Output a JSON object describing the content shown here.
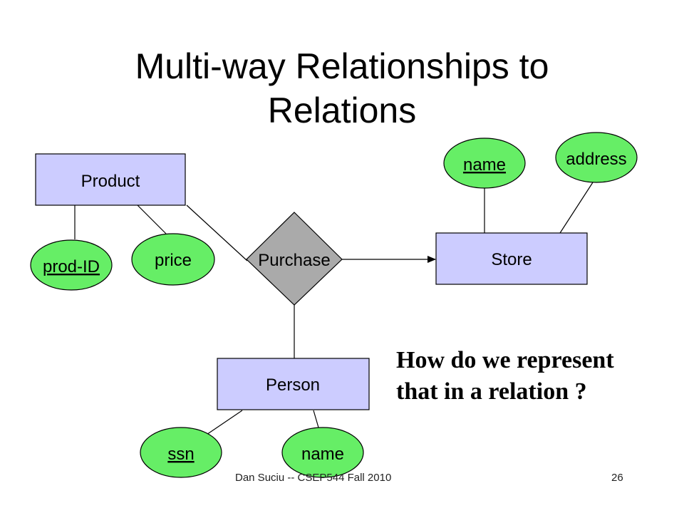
{
  "slide": {
    "title_line1": "Multi-way Relationships to",
    "title_line2": "Relations",
    "question_line1": "How do we represent",
    "question_line2": "that in a relation ?",
    "footer_credit": "Dan Suciu -- CSEP544 Fall 2010",
    "page_number": "26"
  },
  "entities": {
    "product": "Product",
    "store": "Store",
    "person": "Person"
  },
  "relationship": {
    "purchase": "Purchase"
  },
  "attributes": {
    "prod_id": "prod-ID",
    "price": "price",
    "store_name": "name",
    "address": "address",
    "ssn": "ssn",
    "person_name": "name"
  },
  "colors": {
    "entity_fill": "#ccccff",
    "attribute_fill": "#66ee66",
    "relationship_fill": "#aaaaaa",
    "stroke": "#000000"
  }
}
